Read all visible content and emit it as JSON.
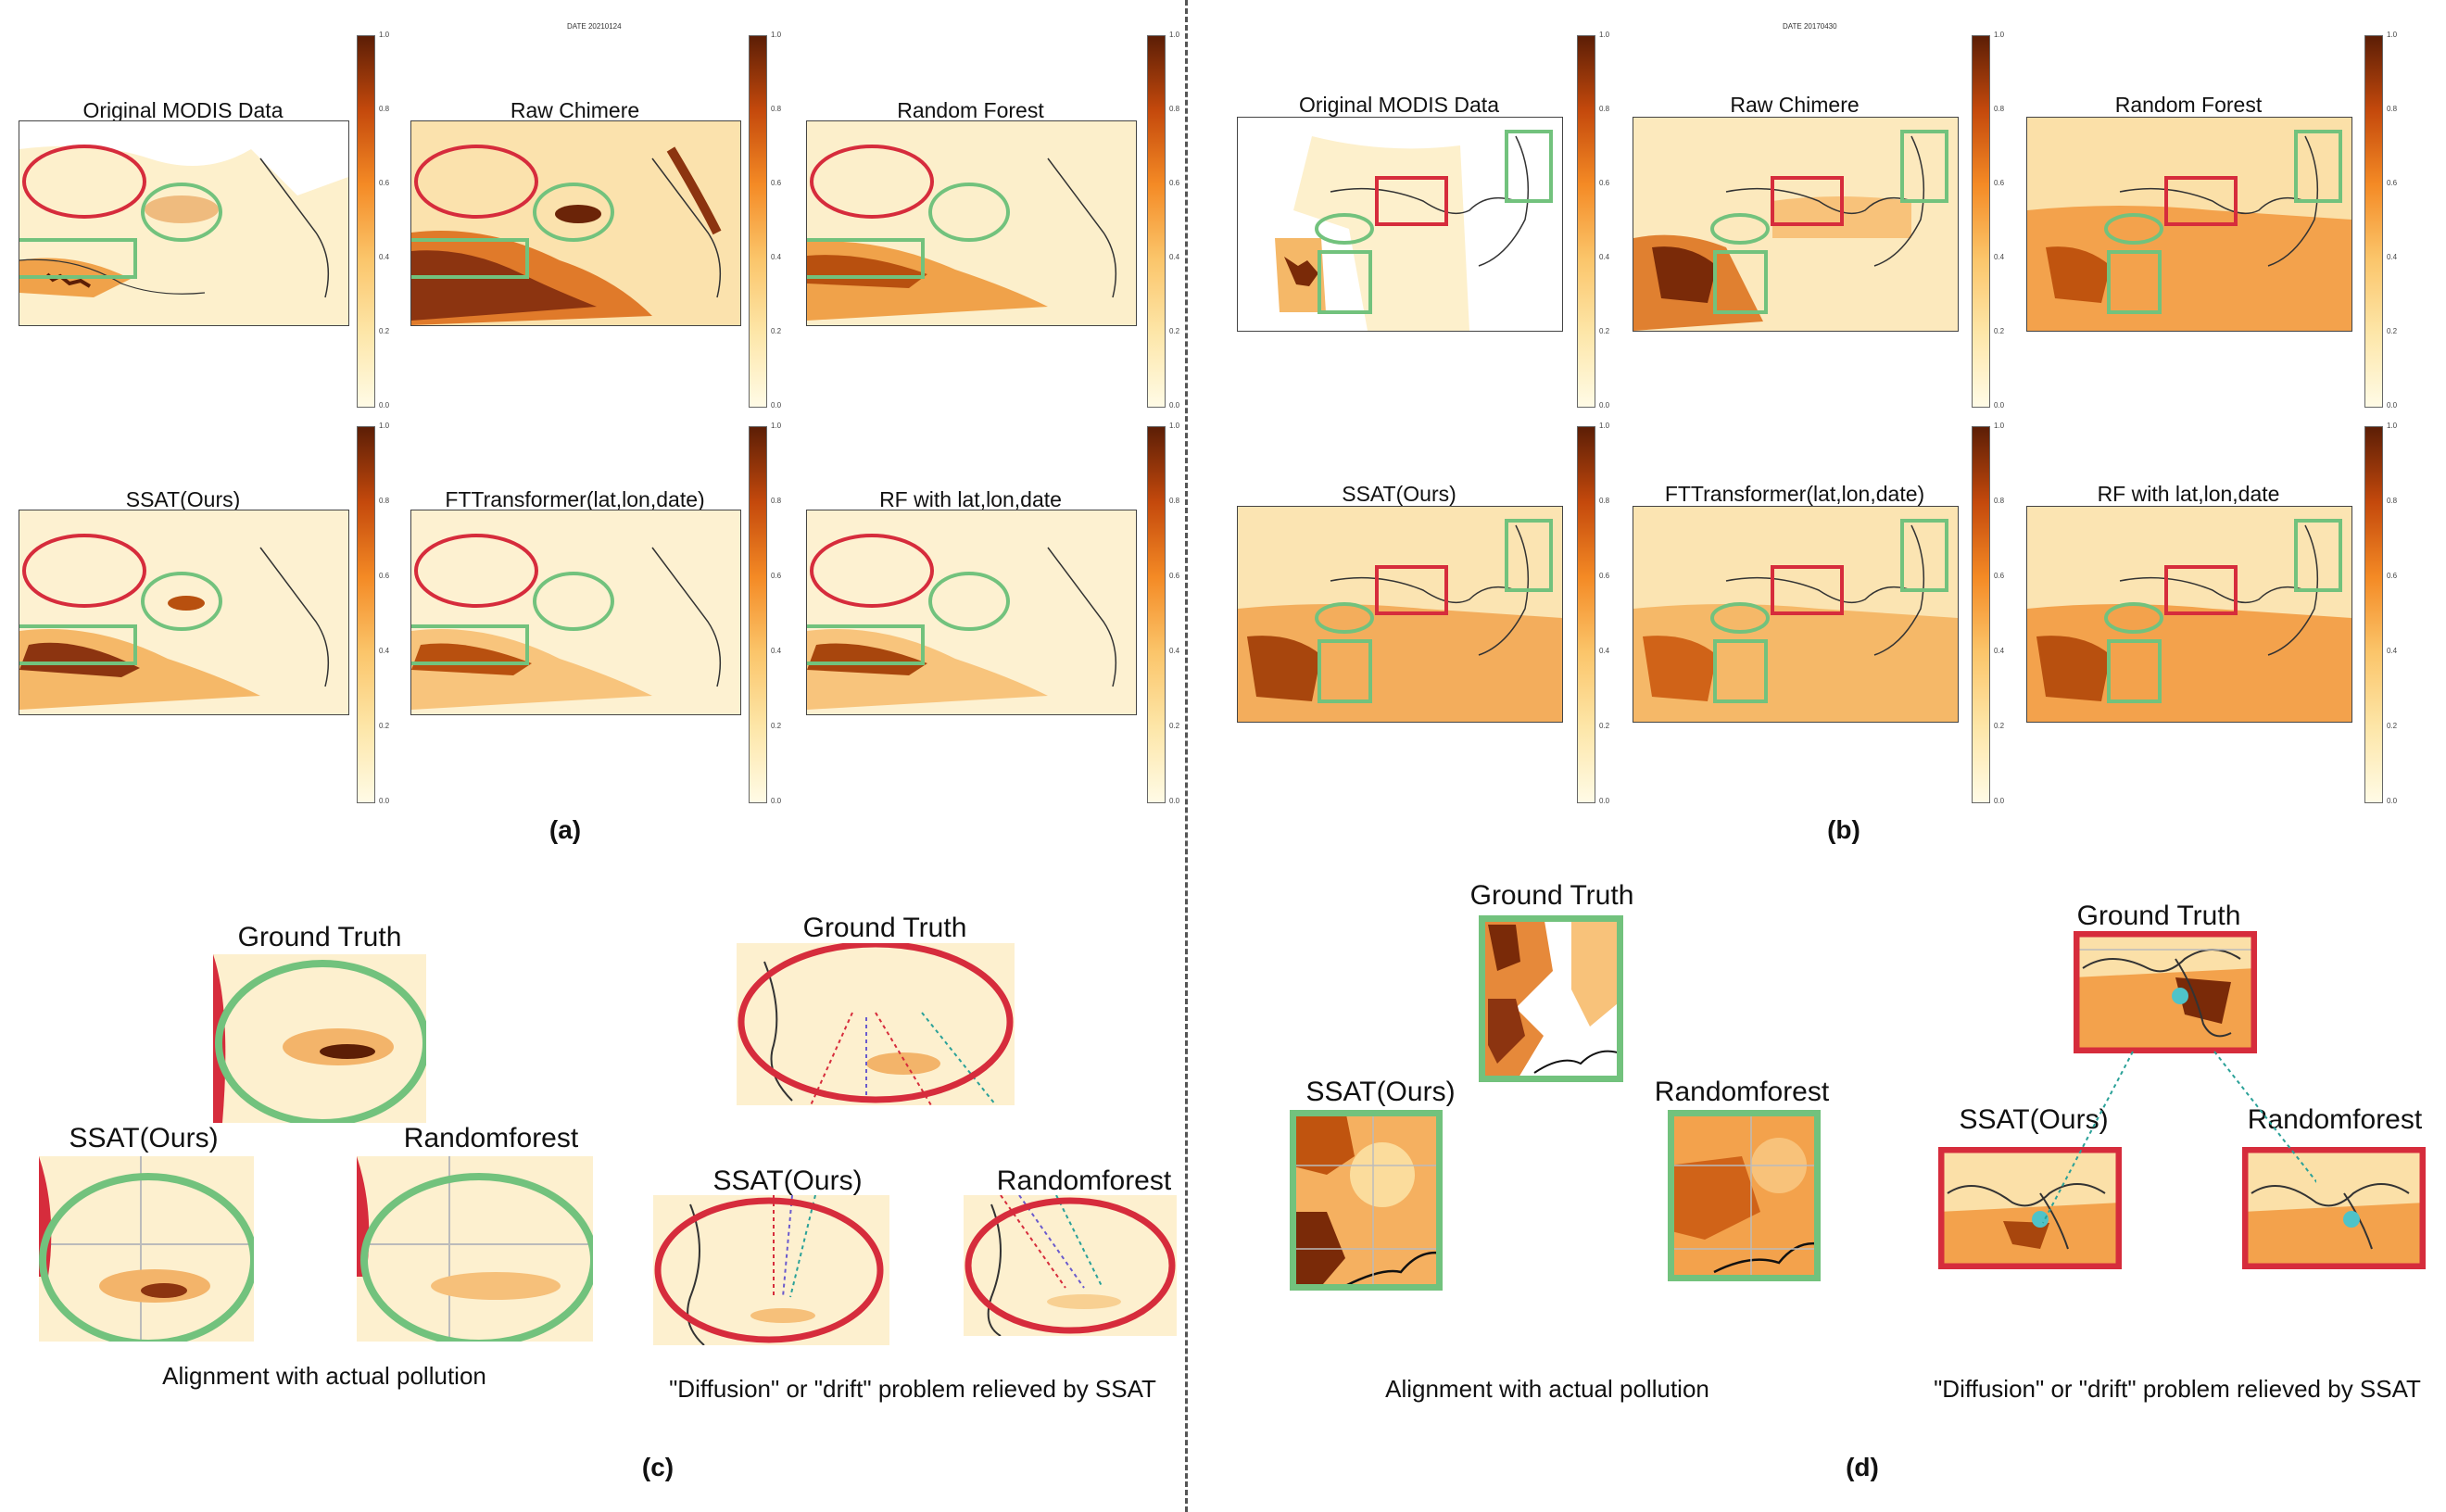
{
  "figure": {
    "date_a": "DATE 20210124",
    "date_b": "DATE 20170430",
    "panels_a": [
      "Original MODIS Data",
      "Raw Chimere",
      "Random Forest",
      "SSAT(Ours)",
      "FTTransformer(lat,lon,date)",
      "RF with lat,lon,date"
    ],
    "panels_b": [
      "Original MODIS Data",
      "Raw Chimere",
      "Random Forest",
      "SSAT(Ours)",
      "FTTransformer(lat,lon,date)",
      "RF with lat,lon,date"
    ],
    "colorbar_ticks": [
      "1.0",
      "0.8",
      "0.6",
      "0.4",
      "0.2",
      "0.0"
    ],
    "sublabels": {
      "a": "(a)",
      "b": "(b)",
      "c": "(c)",
      "d": "(d)"
    },
    "zoom_c": {
      "left": {
        "gt": "Ground Truth",
        "ssat": "SSAT(Ours)",
        "rf": "Randomforest",
        "caption": "Alignment with actual pollution"
      },
      "right": {
        "gt": "Ground Truth",
        "ssat": "SSAT(Ours)",
        "rf": "Randomforest",
        "caption": "\"Diffusion\" or \"drift\" problem relieved by SSAT"
      }
    },
    "zoom_d": {
      "left": {
        "gt": "Ground Truth",
        "ssat": "SSAT(Ours)",
        "rf": "Randomforest",
        "caption": "Alignment with actual pollution"
      },
      "right": {
        "gt": "Ground Truth",
        "ssat": "SSAT(Ours)",
        "rf": "Randomforest",
        "caption": "\"Diffusion\" or \"drift\" problem relieved by SSAT"
      }
    },
    "colors": {
      "red_box": "#d62c3c",
      "green_box": "#72c27d",
      "teal_point": "#4fc3c8"
    }
  }
}
